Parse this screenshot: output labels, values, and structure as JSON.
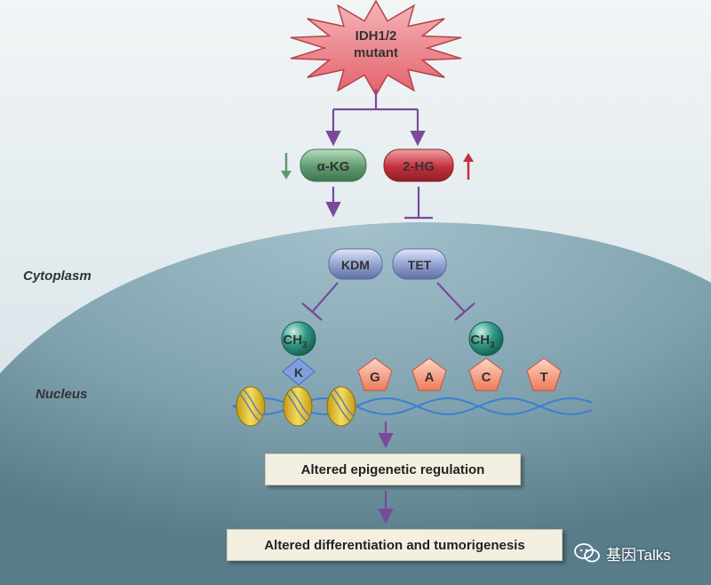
{
  "title": "",
  "source": {
    "label": "IDH1/2 mutant",
    "lines": [
      "IDH1/2",
      "mutant"
    ]
  },
  "metabolites": {
    "akg": {
      "label": "α-KG",
      "trend": "down",
      "color": "#5f9a6e"
    },
    "hg2": {
      "label": "2-HG",
      "trend": "up",
      "color": "#c4303c"
    }
  },
  "enzymes": {
    "kdm": {
      "label": "KDM"
    },
    "tet": {
      "label": "TET"
    }
  },
  "regions": {
    "cytoplasm": "Cytoplasm",
    "nucleus": "Nucleus"
  },
  "histone": {
    "methyl_label": "CH3",
    "methyl_base": "CH",
    "methyl_sub": "3",
    "residue": "K"
  },
  "dna": {
    "bases": [
      "G",
      "A",
      "C",
      "T"
    ],
    "methylated_base": "C",
    "methyl_base": "CH",
    "methyl_sub": "3"
  },
  "outcomes": {
    "epigenetic": "Altered epigenetic regulation",
    "differentiation": "Altered differentiation and tumorigenesis"
  },
  "watermark": "基因Talks",
  "colors": {
    "arrow": "#7a4a98",
    "burst": "#e3616b",
    "enzyme": "#7f8fc2",
    "methyl": "#2f9a86",
    "residue": "#6f8fd0",
    "base": "#f2886a",
    "dna": "#3f7fd0",
    "nucleosome": "#e2c02a"
  }
}
